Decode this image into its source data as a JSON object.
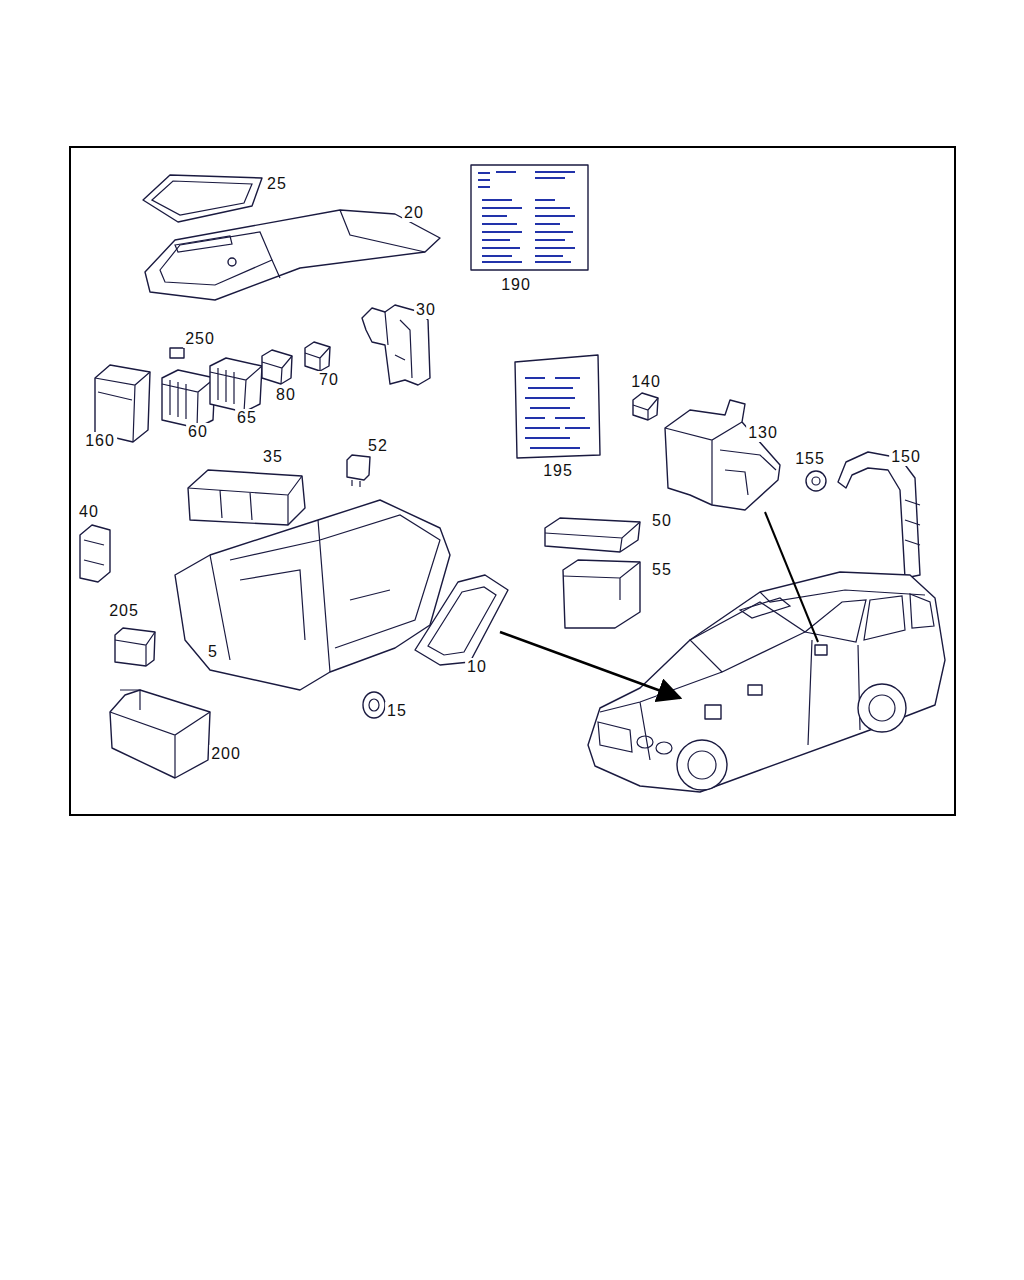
{
  "diagram": {
    "labels": [
      "25",
      "20",
      "190",
      "30",
      "250",
      "70",
      "80",
      "140",
      "160",
      "60",
      "65",
      "195",
      "130",
      "155",
      "150",
      "35",
      "52",
      "50",
      "55",
      "40",
      "205",
      "5",
      "10",
      "15",
      "200"
    ]
  }
}
